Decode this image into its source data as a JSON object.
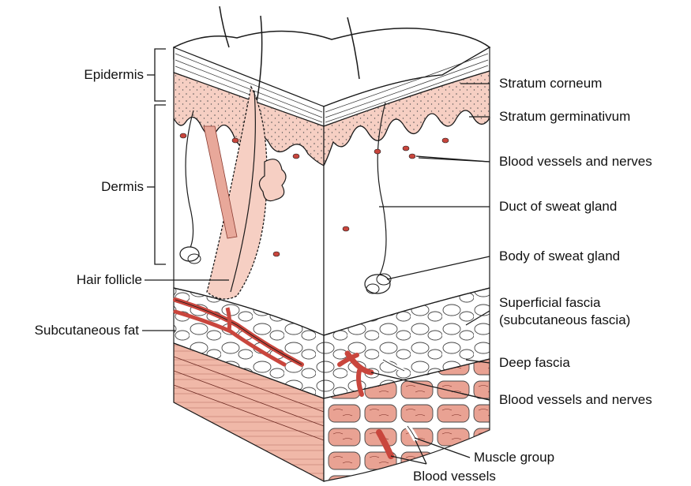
{
  "colors": {
    "epidermis_pink": "#f6cfc3",
    "muscle_pink": "#f0b8a8",
    "vessel_red": "#c9463d",
    "outline": "#1a1a1a"
  },
  "labels_left": {
    "epidermis": "Epidermis",
    "dermis": "Dermis",
    "hair_follicle": "Hair follicle",
    "subcutaneous_fat": "Subcutaneous fat"
  },
  "labels_right": {
    "stratum_corneum": "Stratum corneum",
    "stratum_germinativum": "Stratum germinativum",
    "blood_vessels_nerves_top": "Blood vessels and nerves",
    "duct_sweat_gland": "Duct of sweat gland",
    "body_sweat_gland": "Body of sweat gland",
    "superficial_fascia_1": "Superficial fascia",
    "superficial_fascia_2": "(subcutaneous fascia)",
    "deep_fascia": "Deep fascia",
    "blood_vessels_nerves_bottom": "Blood vessels and nerves",
    "muscle_group": "Muscle group",
    "blood_vessels": "Blood vessels"
  }
}
